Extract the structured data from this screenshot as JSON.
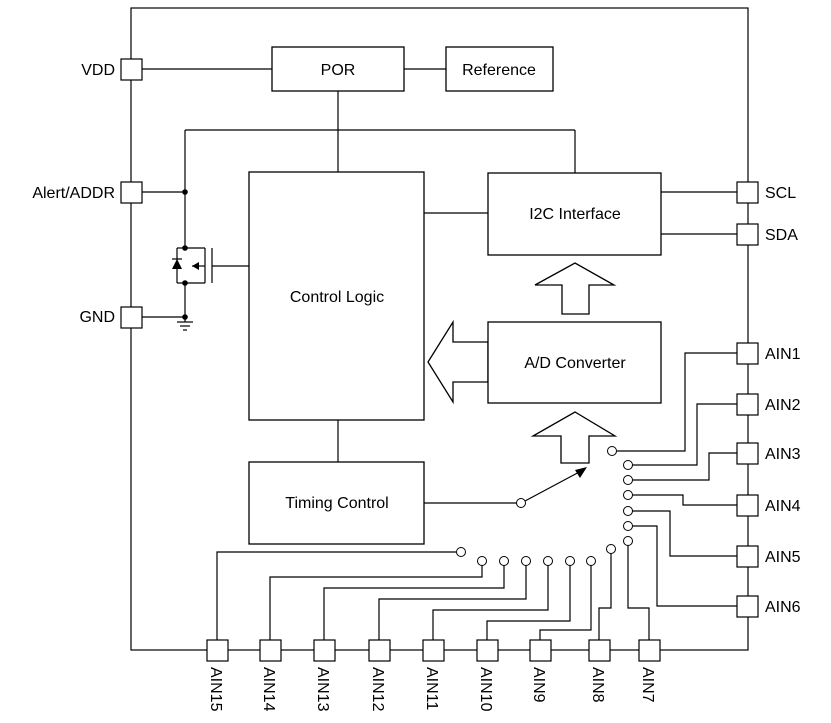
{
  "blocks": {
    "por": "POR",
    "reference": "Reference",
    "i2c": "I2C Interface",
    "control": "Control Logic",
    "adc": "A/D Converter",
    "timing": "Timing Control"
  },
  "pins": {
    "left": [
      "VDD",
      "Alert/ADDR",
      "GND"
    ],
    "right": [
      "SCL",
      "SDA",
      "AIN1",
      "AIN2",
      "AIN3",
      "AIN4",
      "AIN5",
      "AIN6"
    ],
    "bottom": [
      "AIN15",
      "AIN14",
      "AIN13",
      "AIN12",
      "AIN11",
      "AIN10",
      "AIN9",
      "AIN8",
      "AIN7"
    ]
  }
}
